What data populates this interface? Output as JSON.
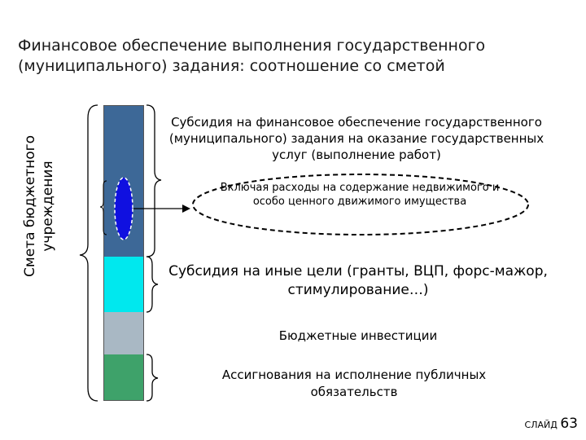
{
  "title": "Финансовое обеспечение выполнения государственного (муниципального) задания: соотношение со сметой",
  "side_label": "Смета бюджетного учреждения",
  "labels": {
    "subsidy_state_task": "Субсидия на финансовое обеспечение государственного (муниципального) задания на оказание государственных услуг (выполнение работ)",
    "included_expenses": "Включая расходы на содержание недвижимого и особо ценного движимого имущества",
    "subsidy_other": "Субсидия на иные цели (гранты, ВЦП, форс-мажор, стимулирование…)",
    "budget_investments": "Бюджетные инвестиции",
    "public_obligations": "Ассигнования на исполнение публичных обязательств"
  },
  "footer": {
    "slide_word": "СЛАЙД",
    "slide_number": "63"
  },
  "colors": {
    "segment_state_task": "#3d6897",
    "segment_other": "#00e8ee",
    "segment_investments": "#a9b8c4",
    "segment_public": "#3ea26a",
    "ellipse_fill": "#1010e0"
  }
}
